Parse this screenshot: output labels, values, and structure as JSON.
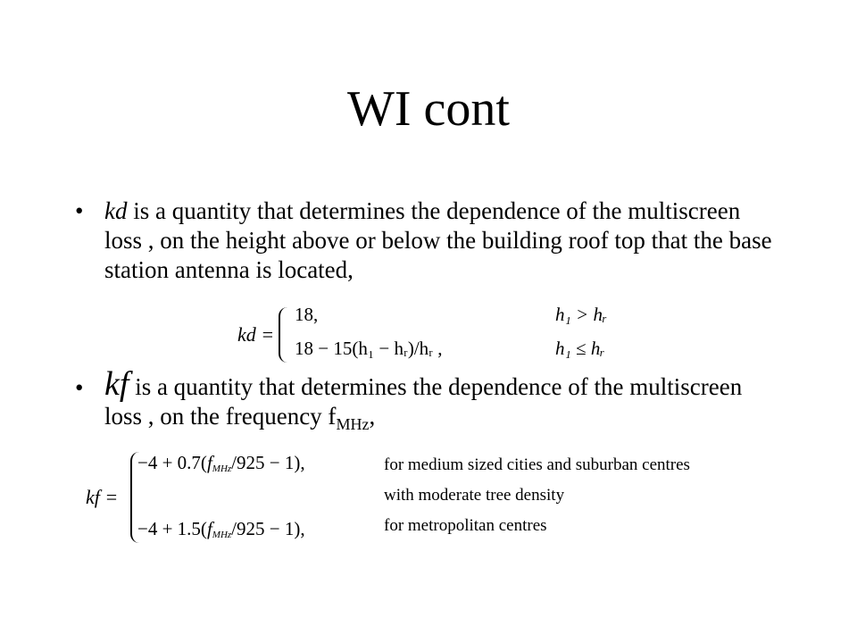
{
  "slide": {
    "title": "WI cont"
  },
  "bullet1": {
    "marker": "•",
    "term": "kd",
    "text": " is a quantity that determines the dependence of the multiscreen loss , on the height above or below the building roof top that the base station antenna is located,"
  },
  "equation1": {
    "lhs": "kd =",
    "case1_value": "18,",
    "case1_condition": "h₁ > hᵣ",
    "case2_value": "18 − 15(h₁ − hᵣ)/hᵣ ,",
    "case2_condition": "h₁ ≤ hᵣ"
  },
  "bullet2": {
    "marker": "•",
    "term": "kf",
    "text": " is a quantity that determines the dependence of the multiscreen loss , on the frequency f",
    "subscript": "MHz",
    "trailing": ","
  },
  "equation2": {
    "lhs": "kf =",
    "case1_pre": "−4 + 0.7(",
    "case1_var": "f",
    "case1_sub": "MHz",
    "case1_post": "/925 − 1),",
    "case2_pre": "−4 + 1.5(",
    "case2_var": "f",
    "case2_sub": "MHz",
    "case2_post": "/925 − 1),",
    "condition1": "for medium sized cities and suburban centres",
    "condition2": "with moderate tree density",
    "condition3": "for metropolitan centres"
  }
}
